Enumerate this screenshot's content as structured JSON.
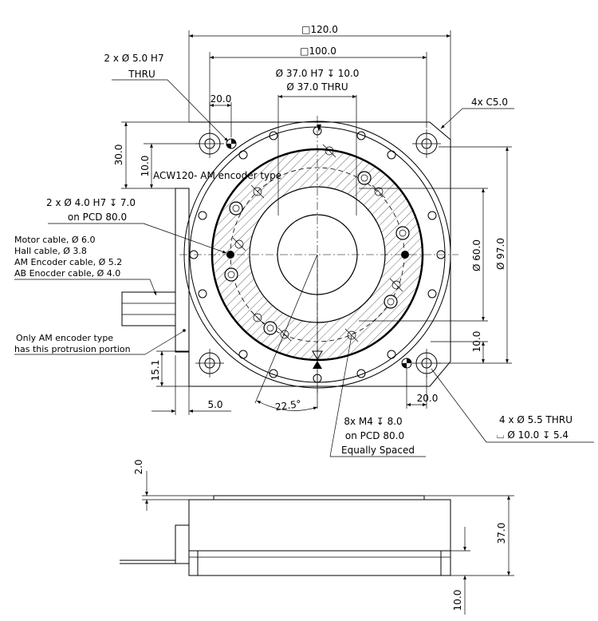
{
  "drawing": {
    "top_view": {
      "dim_square_outer": "□120.0",
      "dim_square_inner": "□100.0",
      "note_dowel_holes": [
        "2 x Ø 5.0 H7",
        "THRU"
      ],
      "note_center_bore": [
        "Ø 37.0 H7 ↧ 10.0",
        "Ø 37.0 THRU"
      ],
      "dim_dowel_offset": "20.0",
      "note_chamfer": "4x C5.0",
      "dim_left_30": "30.0",
      "dim_left_10": "10.0",
      "model_label": "ACW120- AM encoder type",
      "note_pin_holes": [
        "2 x Ø 4.0 H7 ↧ 7.0",
        "on PCD 80.0"
      ],
      "note_cables": [
        "Motor cable, Ø 6.0",
        "Hall cable, Ø 3.8",
        "AM Encoder cable, Ø 5.2",
        "AB Enocder cable, Ø 4.0"
      ],
      "dim_diameter_60": "Ø 60.0",
      "dim_diameter_97": "Ø 97.0",
      "dim_right_10": "10.0",
      "note_protrusion": [
        "Only AM encoder type",
        "has this protrusion portion"
      ],
      "dim_left_15": "15.1",
      "dim_bottom_5": "5.0",
      "dim_angle": "22.5°",
      "dim_bottom_20": "20.0",
      "note_tapped_holes": [
        "8x M4 ↧ 8.0",
        "on PCD 80.0",
        "Equally Spaced"
      ],
      "note_mount_holes": [
        "4 x Ø 5.5 THRU",
        "⌴ Ø 10.0 ↧ 5.4"
      ]
    },
    "side_view": {
      "dim_top_step": "2.0",
      "dim_height": "37.0",
      "dim_base": "10.0"
    }
  }
}
